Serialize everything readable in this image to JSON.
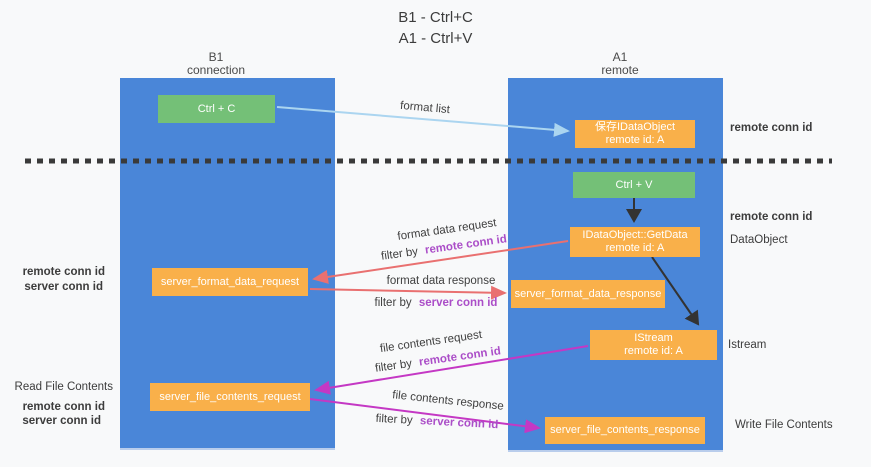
{
  "title": {
    "line1": "B1 - Ctrl+C",
    "line2": "A1 - Ctrl+V"
  },
  "columns": {
    "left": {
      "name": "B1",
      "role": "connection"
    },
    "right": {
      "name": "A1",
      "role": "remote"
    }
  },
  "nodes": {
    "ctrl_c": {
      "label": "Ctrl + C"
    },
    "ctrl_v": {
      "label": "Ctrl + V"
    },
    "save_dataobject": {
      "line1": "保存IDataObject",
      "line2": "remote id: A"
    },
    "getdata": {
      "line1": "IDataObject::GetData",
      "line2": "remote id: A"
    },
    "istream": {
      "line1": "IStream",
      "line2": "remote id: A"
    },
    "format_request": {
      "label": "server_format_data_request"
    },
    "format_response": {
      "label": "server_format_data_response"
    },
    "file_request": {
      "label": "server_file_contents_request"
    },
    "file_response": {
      "label": "server_file_contents_response"
    }
  },
  "edge_labels": {
    "format_list": "format list",
    "format_data_request": "format data request",
    "format_data_response": "format data response",
    "file_contents_request": "file contents request",
    "file_contents_response": "file contents response",
    "filter_prefix": "filter by",
    "remote_conn_id": "remote conn id",
    "server_conn_id": "server conn id"
  },
  "side_labels": {
    "left": [
      {
        "text": "remote conn id"
      },
      {
        "text": "server conn id"
      },
      {
        "text": "Read File Contents"
      },
      {
        "text": "remote conn id"
      },
      {
        "text": "server conn id"
      }
    ],
    "right": [
      {
        "text": "remote conn id"
      },
      {
        "text": "remote conn id"
      },
      {
        "text": "DataObject"
      },
      {
        "text": "Istream"
      },
      {
        "text": "Write File Contents"
      }
    ]
  },
  "colors": {
    "column_blue": "#4a86d8",
    "node_green": "#74c077",
    "node_orange": "#f9b04a",
    "arrow_salmon": "#e97070",
    "arrow_magenta": "#c438c4",
    "arrow_lightblue": "#abd5f0",
    "arrow_black": "#333333",
    "text_purple": "#ab4ec8",
    "text_green": "#55b85f",
    "dashed_line": "#3a3a3a"
  }
}
